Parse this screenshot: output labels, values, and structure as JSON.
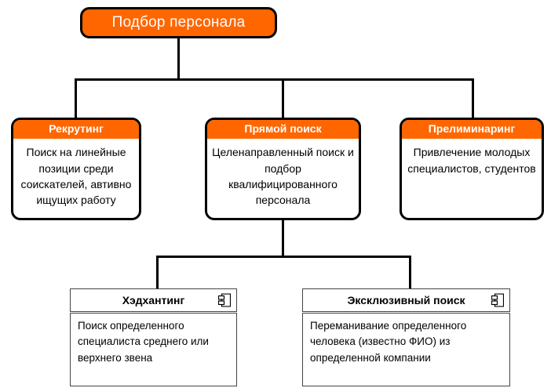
{
  "diagram": {
    "type": "org-tree",
    "background_color": "#ffffff",
    "accent_color": "#ff6600",
    "line_color": "#000000",
    "root": {
      "label": "Подбор персонала"
    },
    "level2": [
      {
        "title": "Рекрутинг",
        "body": "Поиск на линейные позиции среди соискателей, автивно ищущих работу"
      },
      {
        "title": "Прямой поиск",
        "body": "Целенаправленный поиск и подбор квалифицированного персонала"
      },
      {
        "title": "Прелиминаринг",
        "body": "Привлечение молодых специалистов, студентов"
      }
    ],
    "level3": [
      {
        "title": "Хэдхантинг",
        "body": "Поиск определенного специалиста среднего или верхнего звена",
        "icon": "uml-component-icon"
      },
      {
        "title": "Эксклюзивный поиск",
        "body": "Переманивание определенного человека (известно ФИО) из определенной компании",
        "icon": "uml-component-icon"
      }
    ]
  }
}
